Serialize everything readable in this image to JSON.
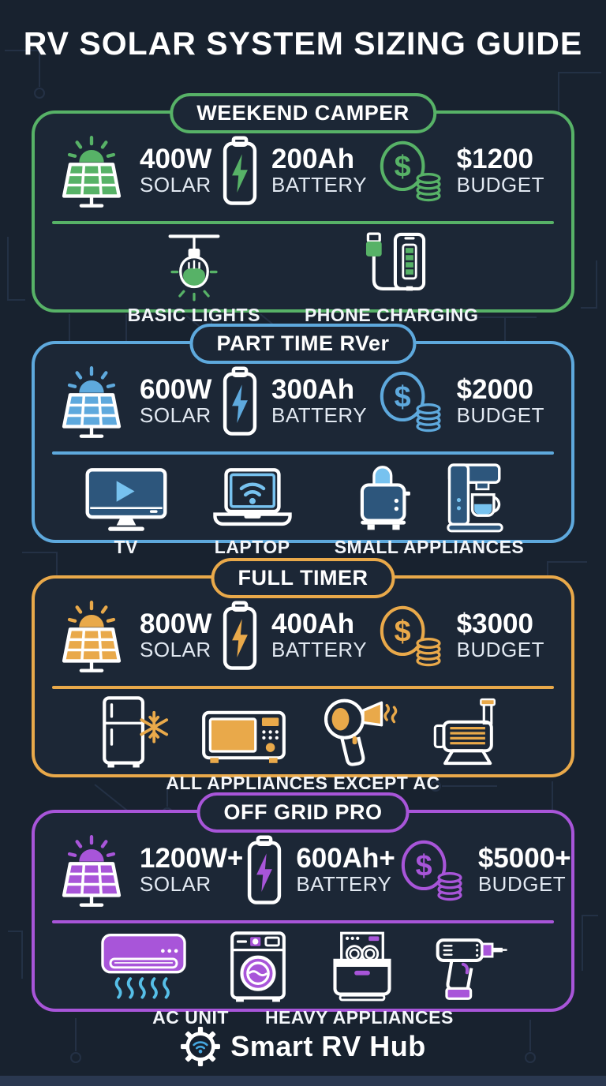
{
  "title": "RV SOLAR SYSTEM SIZING GUIDE",
  "tiers": [
    {
      "name": "WEEKEND CAMPER",
      "color": "#57b267",
      "light": "#8bd49a",
      "dark": "#2e7d46",
      "solar": {
        "value": "400W",
        "label": "SOLAR"
      },
      "battery": {
        "value": "200Ah",
        "label": "BATTERY"
      },
      "budget": {
        "value": "$1200",
        "label": "BUDGET"
      },
      "appliances": [
        {
          "icon": "string-light-bulb",
          "label": "BASIC LIGHTS"
        },
        {
          "icon": "phone-charging",
          "label": "PHONE CHARGING"
        }
      ]
    },
    {
      "name": "PART TIME RVer",
      "color": "#5ea9dd",
      "light": "#77c2ef",
      "dark": "#2d567c",
      "solar": {
        "value": "600W",
        "label": "SOLAR"
      },
      "battery": {
        "value": "300Ah",
        "label": "BATTERY"
      },
      "budget": {
        "value": "$2000",
        "label": "BUDGET"
      },
      "appliances": [
        {
          "icon": "tv",
          "label": "TV"
        },
        {
          "icon": "laptop",
          "label": "LAPTOP"
        },
        {
          "icon": "toaster-coffee-maker",
          "label": "SMALL APPLIANCES"
        }
      ]
    },
    {
      "name": "FULL TIMER",
      "color": "#e9a94a",
      "light": "#f2c27b",
      "dark": "#c07f22",
      "solar": {
        "value": "800W",
        "label": "SOLAR"
      },
      "battery": {
        "value": "400Ah",
        "label": "BATTERY"
      },
      "budget": {
        "value": "$3000",
        "label": "BUDGET"
      },
      "appliances": [
        {
          "icons": [
            "refrigerator",
            "microwave",
            "hair-dryer",
            "water-pump"
          ],
          "label": "ALL APPLIANCES EXCEPT AC"
        }
      ]
    },
    {
      "name": "OFF GRID PRO",
      "color": "#a855d9",
      "light": "#c084ea",
      "dark": "#7d3bab",
      "solar": {
        "value": "1200W+",
        "label": "SOLAR"
      },
      "battery": {
        "value": "600Ah+",
        "label": "BATTERY"
      },
      "budget": {
        "value": "$5000+",
        "label": "BUDGET"
      },
      "appliances": [
        {
          "icon": "air-conditioner",
          "label": "AC UNIT"
        },
        {
          "icons": [
            "washing-machine",
            "dishwasher",
            "power-drill"
          ],
          "label": "HEAVY APPLIANCES"
        }
      ]
    }
  ],
  "footer": {
    "brand": "Smart RV Hub"
  },
  "colors": {
    "background": "#18222f",
    "card": "#1c2736",
    "text": "#ffffff",
    "ac_air": "#56bfe8",
    "wifi": "#45a7e0",
    "circuit_trace": "#2c3c55"
  }
}
